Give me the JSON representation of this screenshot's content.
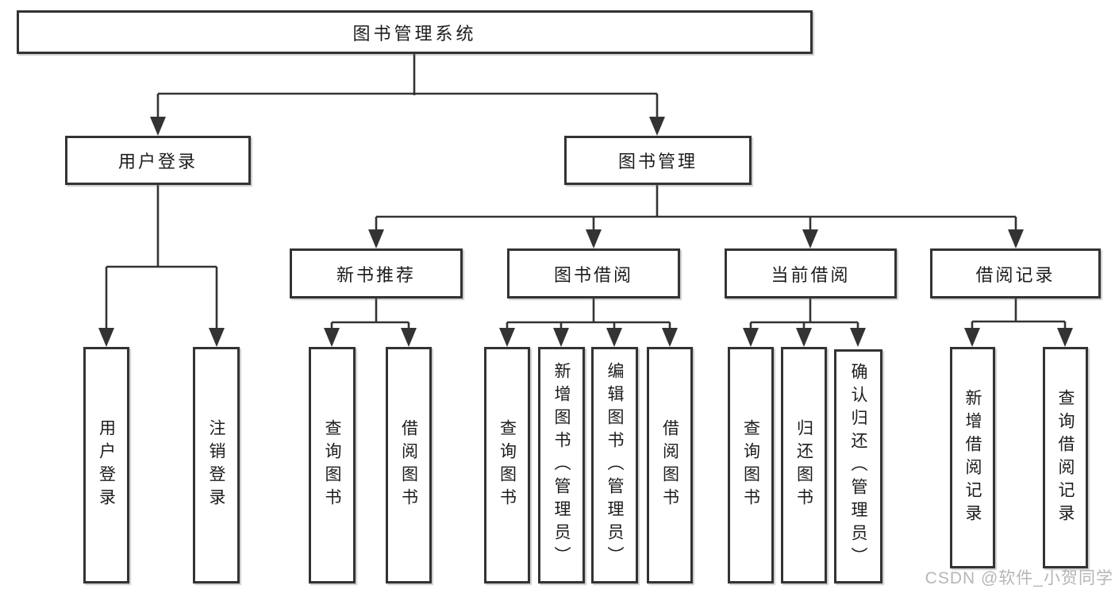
{
  "diagram": {
    "type": "tree",
    "title": "图书管理系统",
    "watermark": "CSDN @软件_小贺同学",
    "colors": {
      "line": "#333333",
      "box_border": "#333333",
      "box_fill": "#ffffff",
      "text": "#1c1c1c",
      "watermark": "#b4b6ba",
      "background": "#ffffff"
    },
    "hierarchy": {
      "label": "图书管理系统",
      "children": [
        {
          "label": "用户登录",
          "children": [
            {
              "label": "用户登录"
            },
            {
              "label": "注销登录"
            }
          ]
        },
        {
          "label": "图书管理",
          "children": [
            {
              "label": "新书推荐",
              "children": [
                {
                  "label": "查询图书"
                },
                {
                  "label": "借阅图书"
                }
              ]
            },
            {
              "label": "图书借阅",
              "children": [
                {
                  "label": "查询图书"
                },
                {
                  "label": "新增图书（管理员）"
                },
                {
                  "label": "编辑图书（管理员）"
                },
                {
                  "label": "借阅图书"
                }
              ]
            },
            {
              "label": "当前借阅",
              "children": [
                {
                  "label": "查询图书"
                },
                {
                  "label": "归还图书"
                },
                {
                  "label": "确认归还（管理员）"
                }
              ]
            },
            {
              "label": "借阅记录",
              "children": [
                {
                  "label": "新增借阅记录"
                },
                {
                  "label": "查询借阅记录"
                }
              ]
            }
          ]
        }
      ]
    }
  },
  "nodes": {
    "root": "图书管理系统",
    "user_login": "用户登录",
    "book_management": "图书管理",
    "leaf_user_login": "用户登录",
    "leaf_logout": "注销登录",
    "new_book_recommend": "新书推荐",
    "book_borrowing": "图书借阅",
    "current_borrowing": "当前借阅",
    "borrowing_records": "借阅记录",
    "nb_query_books": "查询图书",
    "nb_borrow_books": "借阅图书",
    "bb_query_books": "查询图书",
    "bb_add_books_admin": "新增图书（管理员）",
    "bb_edit_books_admin": "编辑图书（管理员）",
    "bb_borrow_books": "借阅图书",
    "cb_query_books": "查询图书",
    "cb_return_books": "归还图书",
    "cb_confirm_return_admin": "确认归还（管理员）",
    "br_add_record": "新增借阅记录",
    "br_query_record": "查询借阅记录",
    "watermark": "CSDN @软件_小贺同学"
  }
}
